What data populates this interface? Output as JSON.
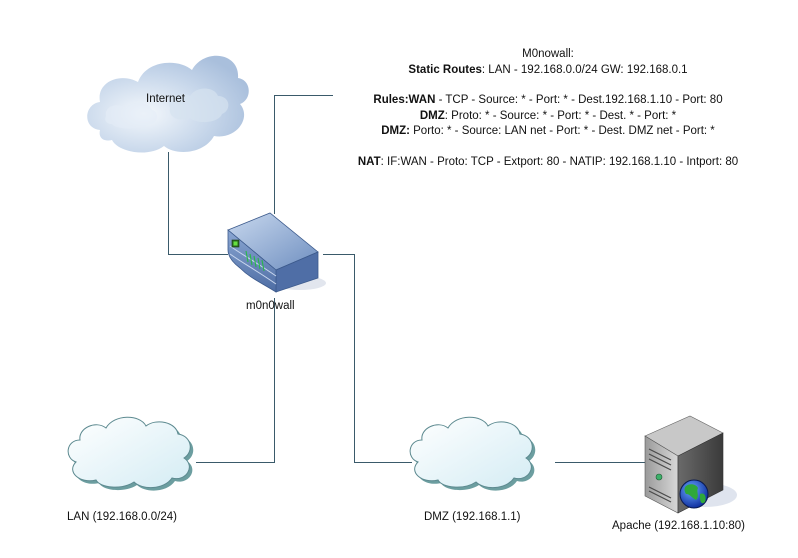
{
  "nodes": {
    "internet": {
      "label": "Internet"
    },
    "firewall": {
      "label": "m0n0wall"
    },
    "lan": {
      "label": "LAN (192.168.0.0/24)"
    },
    "dmz": {
      "label": "DMZ (192.168.1.1)"
    },
    "apache": {
      "label": "Apache (192.168.1.10:80)"
    }
  },
  "notes": {
    "title": "M0nowall:",
    "static_routes": {
      "key": "Static Routes",
      "value": ": LAN - 192.168.0.0/24 GW: 192.168.0.1"
    },
    "rules_wan": {
      "key": "Rules:WAN",
      "value": " - TCP - Source: * - Port: * - Dest.192.168.1.10 - Port: 80"
    },
    "rules_dmz1": {
      "key": "DMZ",
      "value": ": Proto: * - Source: * - Port: * - Dest. * - Port: *"
    },
    "rules_dmz2": {
      "key": "DMZ:",
      "value": " Porto: * - Source: LAN net - Port: * - Dest. DMZ net - Port: *"
    },
    "nat": {
      "key": "NAT",
      "value": ": IF:WAN - Proto: TCP - Extport: 80 - NATIP: 192.168.1.10 - Intport: 80"
    }
  },
  "colors": {
    "link": "#3a5a6a"
  }
}
